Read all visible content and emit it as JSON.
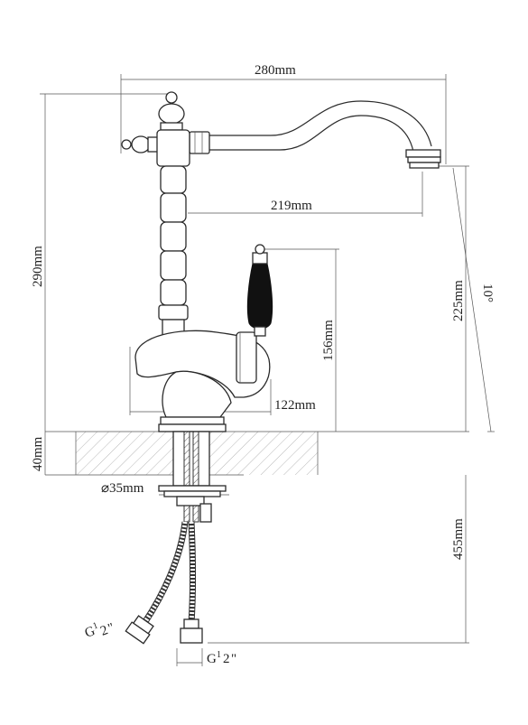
{
  "dimensions": {
    "width_280": "280mm",
    "reach_219": "219mm",
    "height_290": "290mm",
    "spout_225": "225mm",
    "handle_156": "156mm",
    "base_122": "122mm",
    "deck_40": "40mm",
    "diameter_35": "⌀35mm",
    "hose_455": "455mm",
    "angle_10": "10°"
  },
  "connectors": {
    "left": {
      "g": "G",
      "sup": "1",
      "sub": "2",
      "quote": "\""
    },
    "right": {
      "g": "G",
      "sup": "1",
      "sub": "2",
      "quote": "\""
    }
  }
}
